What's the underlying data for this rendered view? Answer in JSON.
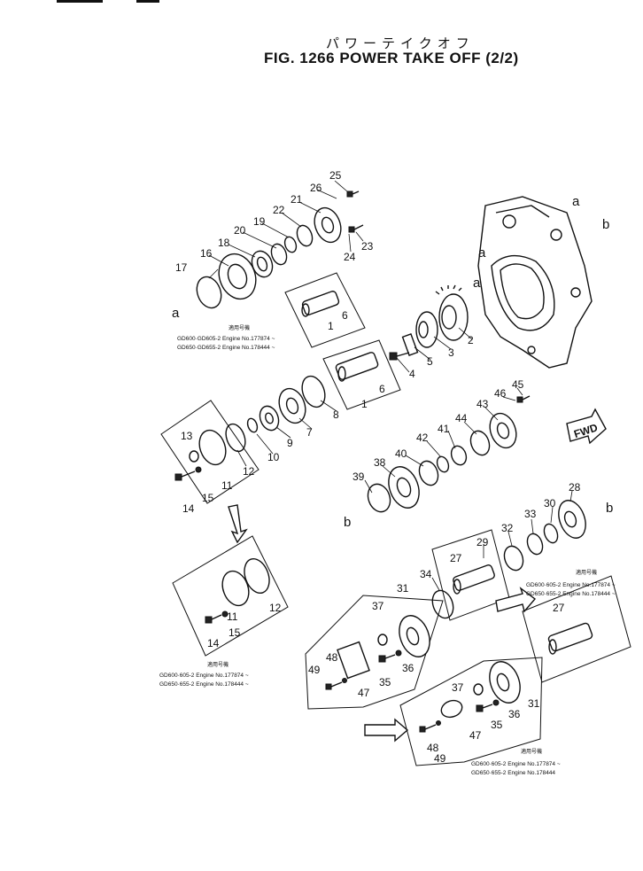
{
  "header": {
    "title_jp": "パワーテイクオフ",
    "title": "FIG. 1266  POWER TAKE OFF (2/2)"
  },
  "callouts": [
    "1",
    "2",
    "3",
    "4",
    "5",
    "6",
    "7",
    "8",
    "9",
    "10",
    "11",
    "12",
    "13",
    "14",
    "15",
    "16",
    "17",
    "18",
    "19",
    "20",
    "21",
    "22",
    "23",
    "24",
    "25",
    "26",
    "27",
    "28",
    "29",
    "30",
    "31",
    "32",
    "33",
    "34",
    "35",
    "36",
    "37",
    "38",
    "39",
    "40",
    "41",
    "42",
    "43",
    "44",
    "45",
    "46",
    "47",
    "48",
    "49"
  ],
  "connectors": {
    "a": "a",
    "b": "b"
  },
  "fwd_label": "FWD",
  "notes": {
    "applicable_jp": "適用号機",
    "note_top": [
      "GD600·GD605-2  Engine  No.177874 ~",
      "GD650·GD655-2  Engine  No.178444 ~"
    ],
    "note_left": [
      "GD600·605-2  Engine  No.177874 ~",
      "GD650·655-2  Engine  No.178444 ~"
    ],
    "note_right": [
      "GD600·605-2  Engine  No.177874 ~",
      "GD650·655-2  Engine  No.178444 ~"
    ],
    "note_bottom": [
      "GD600·605-2  Engine  No.177874 ~",
      "GD650·655-2  Engine  No.178444"
    ]
  }
}
